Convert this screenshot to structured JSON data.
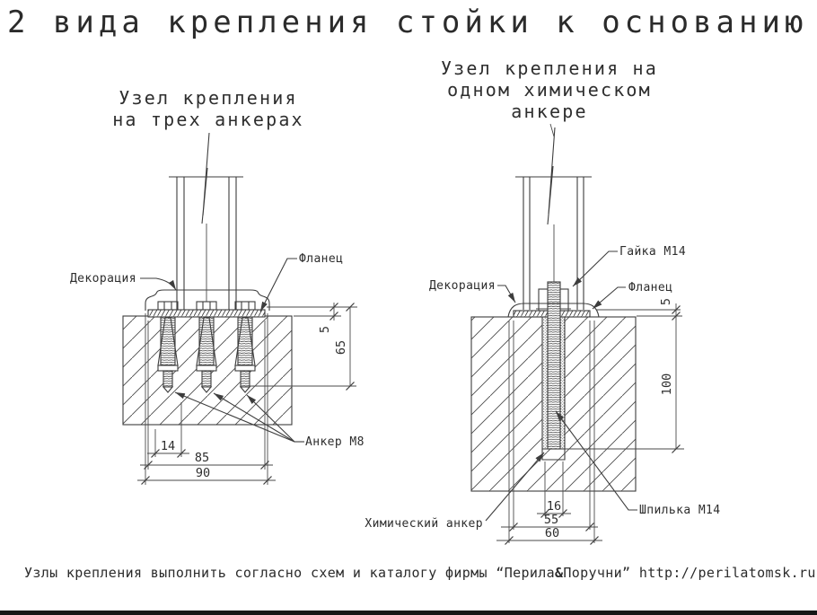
{
  "title": "2 вида крепления стойки к основанию",
  "footer": {
    "text_before_amp": "Узлы крепления выполнить согласно схем и каталогу фирмы “Перила",
    "ampersand": "&",
    "text_after_amp": "Поручни” http://perilatomsk.ru"
  },
  "left": {
    "subtitle": {
      "line1": "Узел крепления",
      "line2": "на трех анкерах"
    },
    "labels": {
      "decoration": "Декорация",
      "flange": "Фланец",
      "anchor": "Анкер М8"
    },
    "dims": {
      "anchor_offset": "14",
      "flange_width": "85",
      "decoration_width": "90",
      "flange_thickness": "5",
      "embed_depth": "65"
    }
  },
  "right": {
    "subtitle": {
      "line1": "Узел крепления на",
      "line2": "одном химическом",
      "line3": "анкере"
    },
    "labels": {
      "nut": "Гайка М14",
      "decoration": "Декорация",
      "flange": "Фланец",
      "chemical_anchor": "Химический анкер",
      "stud": "Шпилька М14"
    },
    "dims": {
      "hole_width": "16",
      "flange_width": "55",
      "decoration_width": "60",
      "flange_thickness": "5",
      "embed_depth": "100"
    }
  },
  "colors": {
    "line": "#3d3d3d",
    "text": "#2d2d2d",
    "background": "#ffffff",
    "bottom_bar": "#161616"
  }
}
